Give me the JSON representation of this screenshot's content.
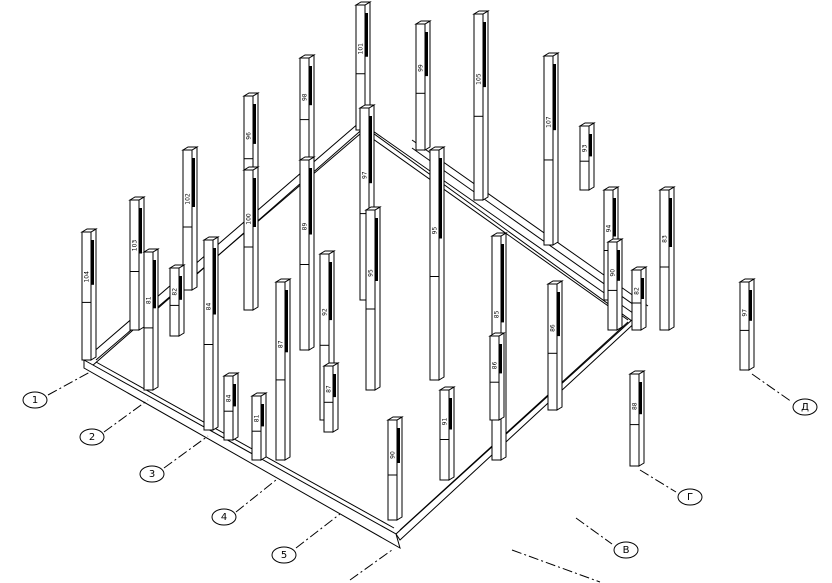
{
  "drawing": {
    "line_color": "#000000",
    "background": "#ffffff",
    "shade_color": "#000000"
  },
  "axis_labels_numeric": [
    "1",
    "2",
    "3",
    "4",
    "5"
  ],
  "axis_labels_letter": [
    "В",
    "Г",
    "Д"
  ],
  "post_labels": [
    "101",
    "99",
    "105",
    "107",
    "93",
    "94",
    "98",
    "96",
    "102",
    "103",
    "104",
    "97",
    "95",
    "85",
    "86",
    "89",
    "100",
    "84",
    "81",
    "82",
    "87",
    "92",
    "90",
    "91",
    "88",
    "83"
  ]
}
